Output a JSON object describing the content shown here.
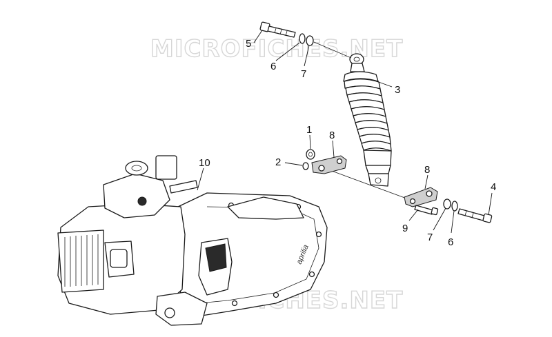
{
  "watermarks": {
    "top": "MICROFICHES.NET",
    "bottom": "MICROFICHES.NET"
  },
  "brand_logo": "aprilia",
  "callouts": {
    "c1": "1",
    "c2": "2",
    "c3": "3",
    "c4": "4",
    "c5": "5",
    "c6_top": "6",
    "c6_bottom": "6",
    "c7_top": "7",
    "c7_bottom": "7",
    "c8_left": "8",
    "c8_right": "8",
    "c9": "9",
    "c10": "10"
  }
}
